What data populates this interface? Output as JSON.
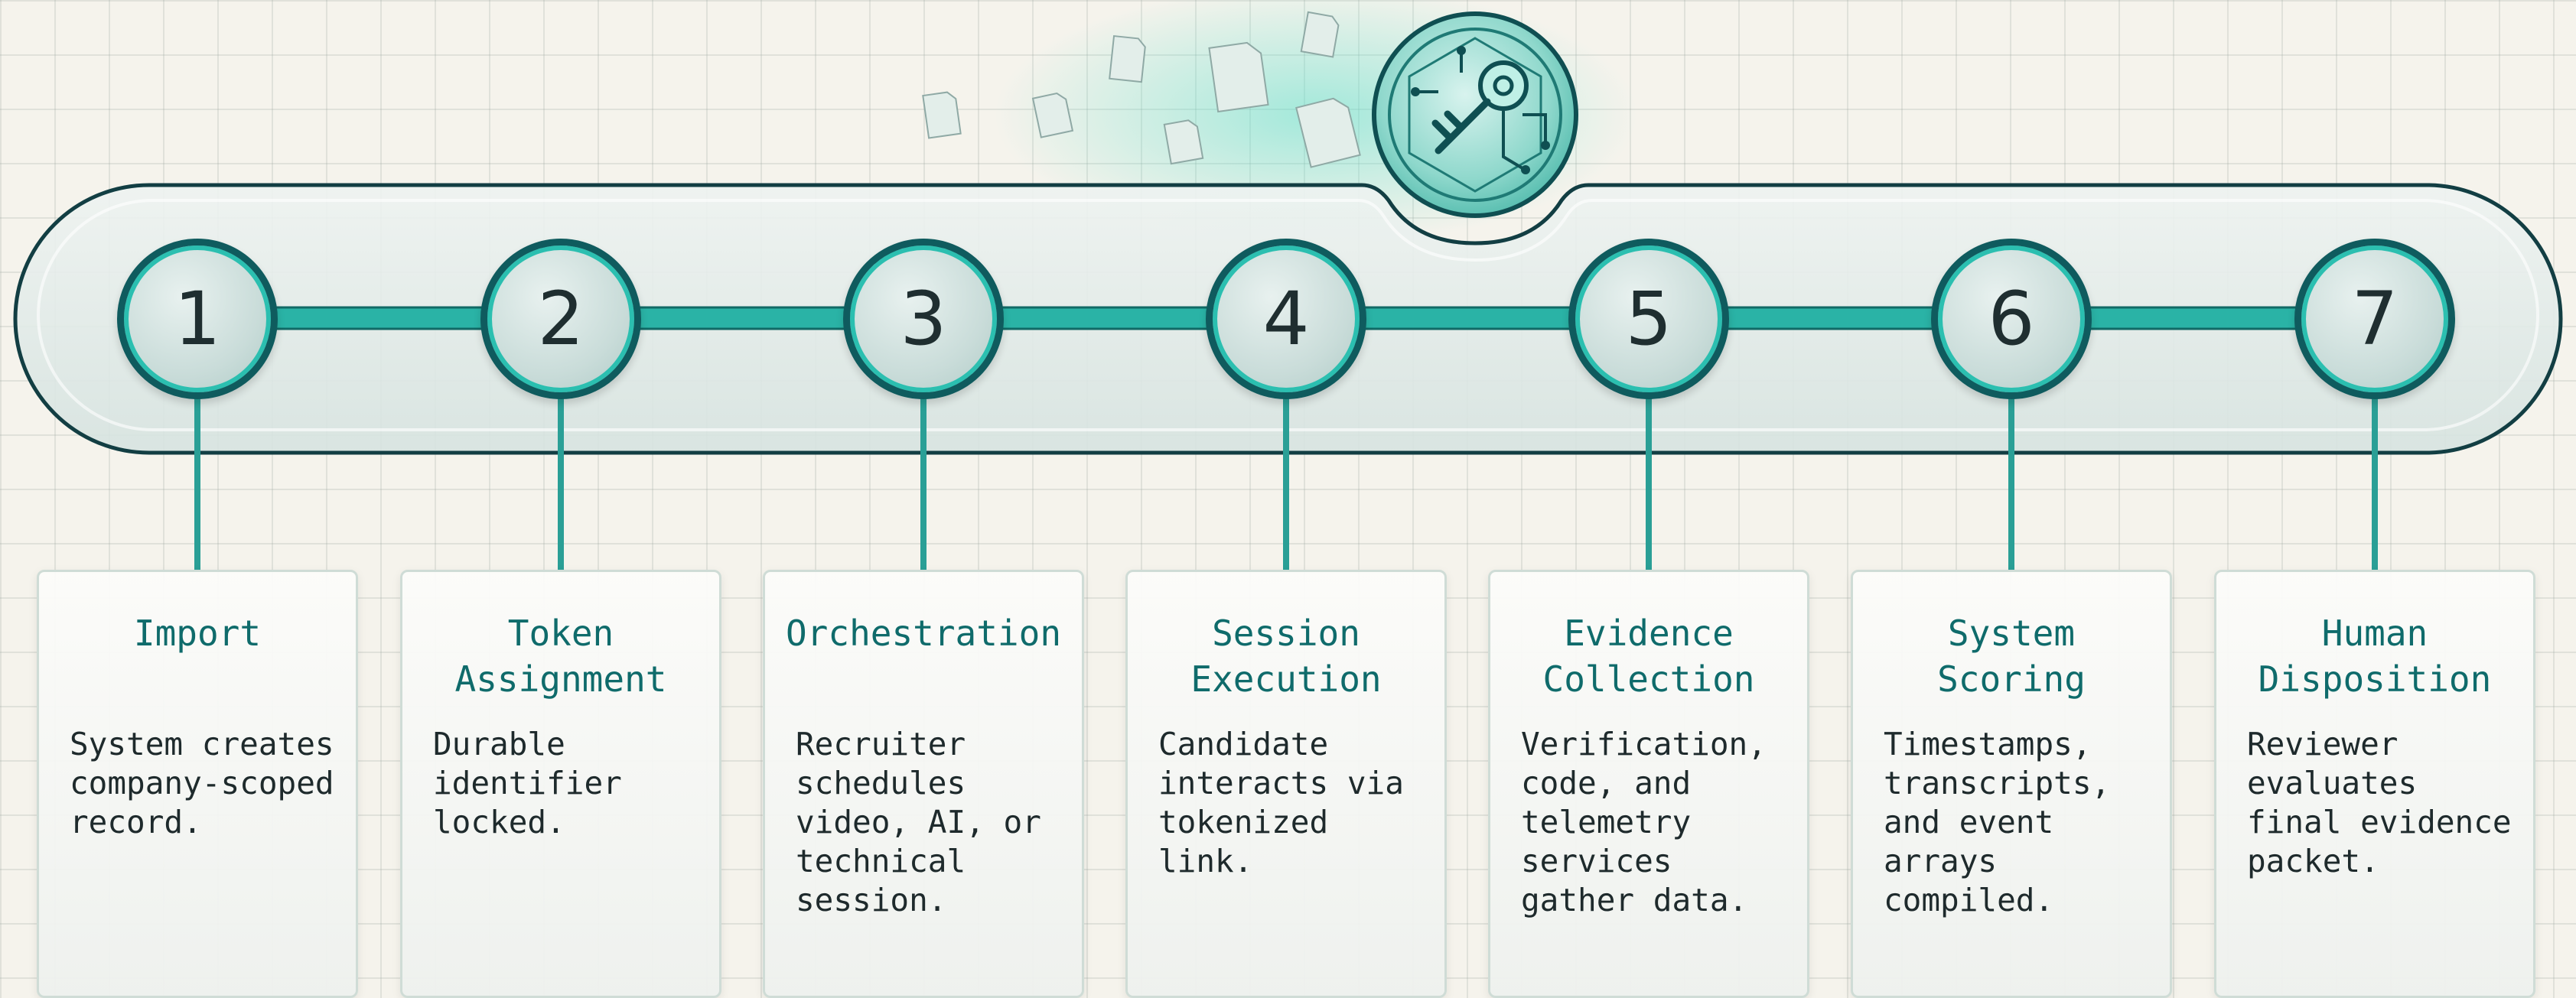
{
  "colors": {
    "accent": "#2bbfb0",
    "dark_teal": "#0f5b5e",
    "title_text": "#0f6b6b",
    "body_text": "#1e2a2c",
    "background": "#f5f3ec"
  },
  "header_icon": "circuit-key-coin-icon",
  "steps": [
    {
      "number": "1",
      "title": "Import",
      "description": "System creates\ncompany-scoped\nrecord."
    },
    {
      "number": "2",
      "title": "Token\nAssignment",
      "description": "Durable\nidentifier\nlocked."
    },
    {
      "number": "3",
      "title": "Orchestration",
      "description": "Recruiter\nschedules\nvideo, AI, or\ntechnical\nsession."
    },
    {
      "number": "4",
      "title": "Session\nExecution",
      "description": "Candidate\ninteracts via\ntokenized\nlink."
    },
    {
      "number": "5",
      "title": "Evidence\nCollection",
      "description": "Verification,\ncode, and\ntelemetry\nservices\ngather data."
    },
    {
      "number": "6",
      "title": "System\nScoring",
      "description": "Timestamps,\ntranscripts,\nand event\narrays\ncompiled."
    },
    {
      "number": "7",
      "title": "Human\nDisposition",
      "description": "Reviewer\nevaluates\nfinal evidence\npacket."
    }
  ]
}
